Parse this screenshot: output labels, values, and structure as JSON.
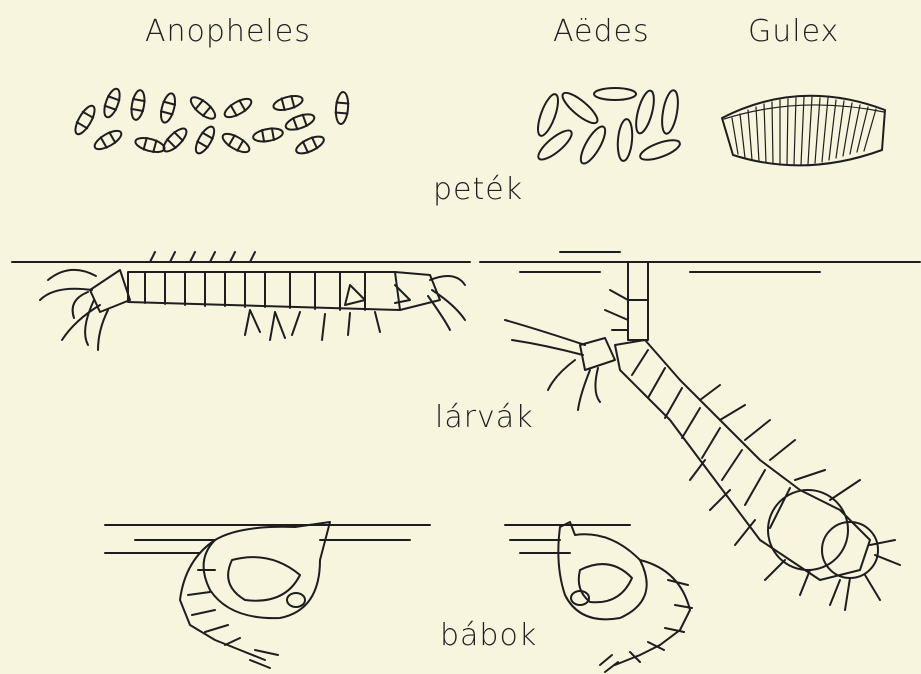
{
  "labels": {
    "anopheles": "Anopheles",
    "aedes": "Aëdes",
    "culex": "Gulex",
    "eggs": "peték",
    "larvae": "lárvák",
    "pupae": "bábok"
  },
  "colors": {
    "paper": "#f7f5dd",
    "ink": "#1e1e1e"
  }
}
